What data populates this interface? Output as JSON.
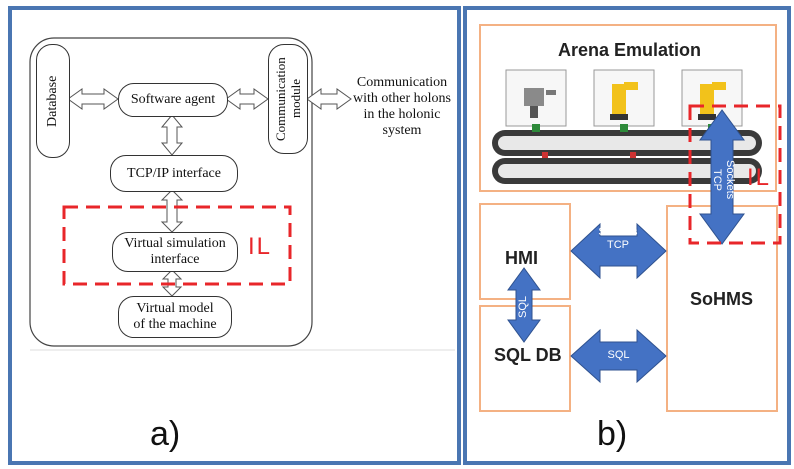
{
  "panel_a": {
    "label": "a)",
    "database": "Database",
    "software_agent": "Software agent",
    "comm_module": "Communication module",
    "comm_text": [
      "Communication",
      "with other holons",
      "in the holonic",
      "system"
    ],
    "tcp": "TCP/IP interface",
    "virtual_sim": [
      "Virtual simulation",
      "interface"
    ],
    "virtual_model": [
      "Virtual model",
      "of the machine"
    ],
    "il": "IL"
  },
  "panel_b": {
    "label": "b)",
    "arena": "Arena Emulation",
    "hmi": "HMI",
    "sohms": "SoHMS",
    "sqldb": "SQL DB",
    "arrow_vertical": [
      "Sockets",
      "TCP"
    ],
    "arrow_hmi_sohms": [
      "Sockets",
      "TCP"
    ],
    "arrow_hmi_db": "SQL",
    "arrow_db_sohms": "SQL",
    "il": "IL"
  },
  "colors": {
    "frame": "#4a76b2",
    "arrow": "#4472c4",
    "orange": "#f4b183",
    "il_red": "#e8262a"
  }
}
